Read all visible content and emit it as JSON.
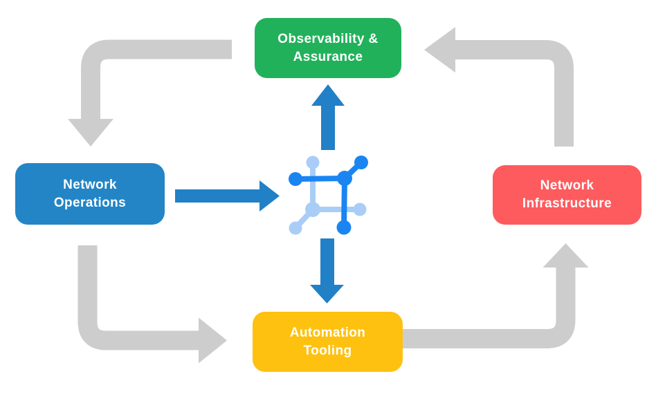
{
  "colors": {
    "background": "#ffffff",
    "node-green": "#22b15b",
    "node-blue": "#2385c6",
    "node-red": "#fd5b5e",
    "node-yellow": "#fec10f",
    "node-text": "#ffffff",
    "arrow-gray": "#cdcdcd",
    "arrow-blue": "#2180c6",
    "icon-dark": "#1a85f1",
    "icon-light": "#a9cdf6"
  },
  "nodes": {
    "observability": {
      "label": "Observability &\nAssurance"
    },
    "operations": {
      "label": "Network\nOperations"
    },
    "infrastructure": {
      "label": "Network\nInfrastructure"
    },
    "automation": {
      "label": "Automation\nTooling"
    }
  },
  "icons": {
    "hub": "network-mesh-icon"
  },
  "flows": {
    "outer_cycle": [
      {
        "from": "Observability & Assurance",
        "to": "Network Operations"
      },
      {
        "from": "Network Operations",
        "to": "Automation Tooling"
      },
      {
        "from": "Automation Tooling",
        "to": "Network Infrastructure"
      },
      {
        "from": "Network Infrastructure",
        "to": "Observability & Assurance"
      }
    ],
    "hub_links": [
      {
        "from": "Network Operations",
        "to": "network-mesh-icon"
      },
      {
        "from": "network-mesh-icon",
        "to": "Observability & Assurance"
      },
      {
        "from": "network-mesh-icon",
        "to": "Automation Tooling"
      }
    ]
  }
}
